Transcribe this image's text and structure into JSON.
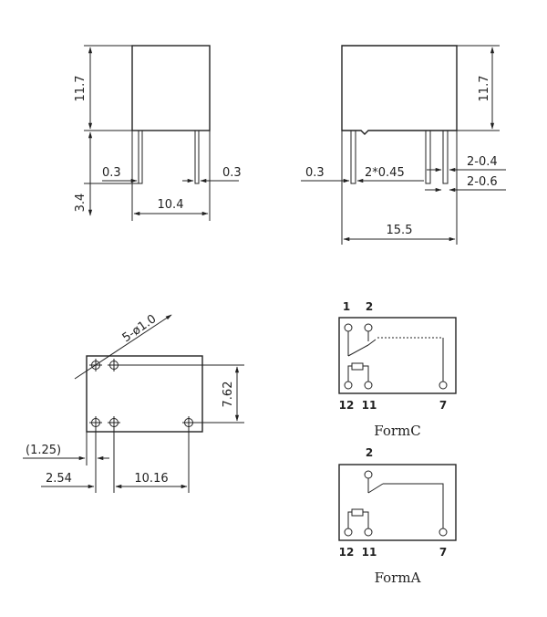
{
  "side_view": {
    "height": "11.7",
    "pin_length": "3.4",
    "pin_left": "0.3",
    "pin_right": "0.3",
    "width": "10.4"
  },
  "front_view": {
    "height": "11.7",
    "offset": "0.3",
    "pitch": "2*0.45",
    "pin_thick": "2-0.4",
    "pin_width": "2-0.6",
    "length": "15.5"
  },
  "footprint": {
    "holes": "5-ø1.0",
    "row_pitch": "7.62",
    "offset_small": "(1.25)",
    "offset": "2.54",
    "span": "10.16"
  },
  "form_c": {
    "pin_1": "1",
    "pin_2": "2",
    "pin_12": "12",
    "pin_11": "11",
    "pin_7": "7",
    "caption": "FormC"
  },
  "form_a": {
    "pin_2": "2",
    "pin_12": "12",
    "pin_11": "11",
    "pin_7": "7",
    "caption": "FormA"
  }
}
